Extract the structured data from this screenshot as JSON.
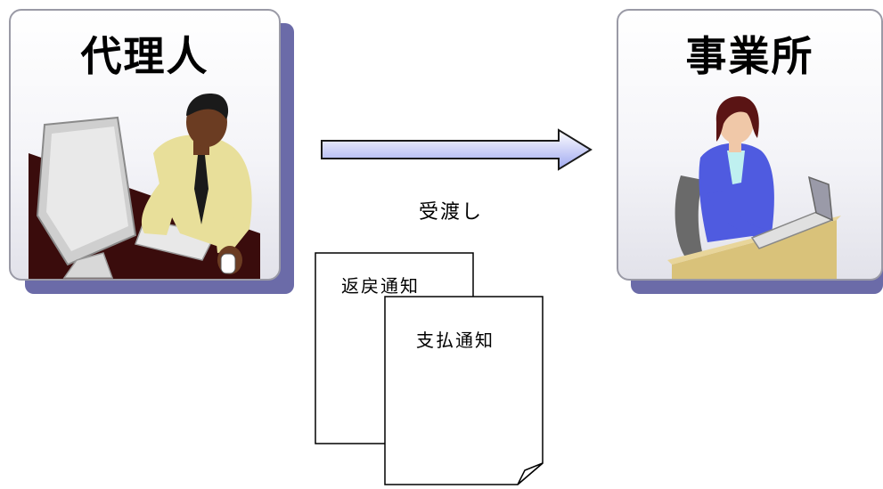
{
  "actors": {
    "left": {
      "title": "代理人",
      "figure_icon": "man-at-computer-icon"
    },
    "right": {
      "title": "事業所",
      "figure_icon": "woman-at-laptop-icon"
    }
  },
  "flow": {
    "label": "受渡し",
    "direction": "left-to-right",
    "arrow_icon": "right-arrow-icon"
  },
  "documents": [
    {
      "label": "返戻通知"
    },
    {
      "label": "支払通知"
    }
  ],
  "colors": {
    "panel_shadow": "#6b6ba8",
    "arrow_fill_start": "#ffffff",
    "arrow_fill_end": "#9fa8f0",
    "suit_blue": "#4f5be0",
    "desk_dark": "#3a0c0c",
    "desk_light": "#d9c27a"
  }
}
